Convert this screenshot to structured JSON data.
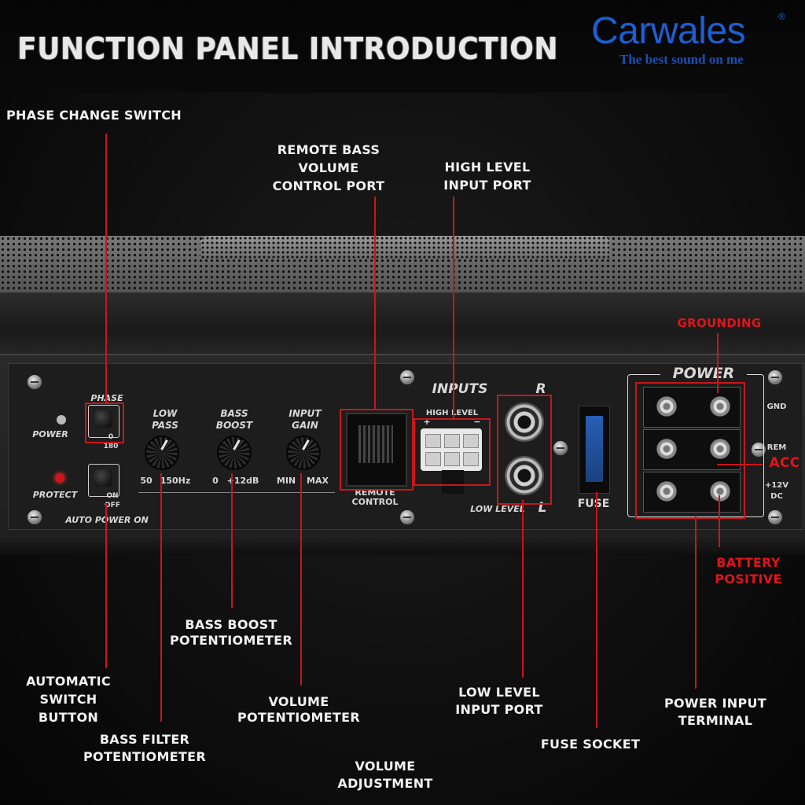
{
  "header": {
    "title": "FUNCTION PANEL INTRODUCTION",
    "logo": "Carwales",
    "logo_reg": "®",
    "tagline": "The best sound on me"
  },
  "callouts": {
    "phase_change_switch": "PHASE CHANGE SWITCH",
    "remote_bass": [
      "REMOTE BASS",
      "VOLUME",
      "CONTROL PORT"
    ],
    "high_level_input": [
      "HIGH LEVEL",
      "INPUT PORT"
    ],
    "grounding": "GROUNDING",
    "acc": "ACC",
    "battery_positive": [
      "BATTERY",
      "POSITIVE"
    ],
    "bass_boost_pot": [
      "BASS BOOST",
      "POTENTIOMETER"
    ],
    "automatic_switch": [
      "AUTOMATIC",
      "SWITCH",
      "BUTTON"
    ],
    "volume_pot": [
      "VOLUME",
      "POTENTIOMETER"
    ],
    "bass_filter_pot": [
      "BASS FILTER",
      "POTENTIOMETER"
    ],
    "low_level_input": [
      "LOW LEVEL",
      "INPUT PORT"
    ],
    "fuse_socket": "FUSE SOCKET",
    "power_input_terminal": [
      "POWER INPUT",
      "TERMINAL"
    ],
    "volume_adjustment": [
      "VOLUME",
      "ADJUSTMENT"
    ]
  },
  "panel": {
    "phase": "PHASE",
    "phase_0": "0",
    "phase_180": "180",
    "power": "POWER",
    "protect": "PROTECT",
    "on": "ON",
    "off": "OFF",
    "auto_power_on": "AUTO POWER ON",
    "low_pass": [
      "LOW",
      "PASS"
    ],
    "low_pass_range": [
      "50",
      "150Hz"
    ],
    "bass_boost": [
      "BASS",
      "BOOST"
    ],
    "bass_boost_range": [
      "0",
      "+12dB"
    ],
    "input_gain": [
      "INPUT",
      "GAIN"
    ],
    "input_gain_range": [
      "MIN",
      "MAX"
    ],
    "remote_control": [
      "REMOTE",
      "CONTROL"
    ],
    "inputs": "INPUTS",
    "r": "R",
    "l": "L",
    "high_level": "HIGH LEVEL",
    "plus": "+",
    "minus": "−",
    "low_level": "LOW LEVEL",
    "fuse": "FUSE",
    "power_section": "POWER",
    "gnd": "GND",
    "rem": "REM",
    "v12": [
      "+12V",
      "DC"
    ]
  },
  "colors": {
    "accent_red": "#c8161c",
    "logo_blue": "#1b5fd6"
  }
}
